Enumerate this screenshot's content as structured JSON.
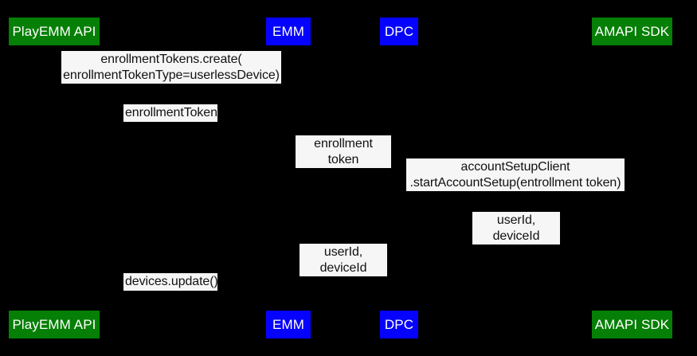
{
  "diagram": {
    "type": "sequence-diagram",
    "background_color": "#000000",
    "message_box_color": "#f6f6f6",
    "actors": [
      {
        "label": "PlayEMM API",
        "color": "#067f06"
      },
      {
        "label": "EMM",
        "color": "#0502fd"
      },
      {
        "label": "DPC",
        "color": "#0502fd"
      },
      {
        "label": "AMAPI SDK",
        "color": "#067f06"
      }
    ],
    "messages": [
      {
        "text": "enrollmentTokens.create(\nenrollmentTokenType=userlessDevice)"
      },
      {
        "text": "enrollmentToken"
      },
      {
        "text": "enrollment token"
      },
      {
        "text": "accountSetupClient\n.startAccountSetup(entrollment token)"
      },
      {
        "text": "userId, deviceId"
      },
      {
        "text": "userId, deviceId"
      },
      {
        "text": "devices.update()"
      }
    ]
  }
}
